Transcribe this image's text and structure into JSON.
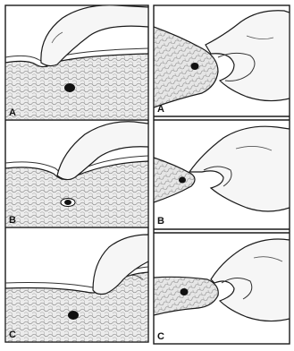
{
  "colors": {
    "line": "#1a1a1a",
    "tissue": "#e9e9e9",
    "skin": "#f4f4f4",
    "lesion": "#111111",
    "background": "#ffffff"
  },
  "figure": {
    "left_column": {
      "description_icon": "finger-pressing-tissue",
      "panels": [
        {
          "label": "A"
        },
        {
          "label": "B"
        },
        {
          "label": "C"
        }
      ]
    },
    "right_column": {
      "description_icon": "hand-pinching-tissue",
      "panels": [
        {
          "label": "A"
        },
        {
          "label": "B"
        },
        {
          "label": "C"
        }
      ]
    }
  }
}
